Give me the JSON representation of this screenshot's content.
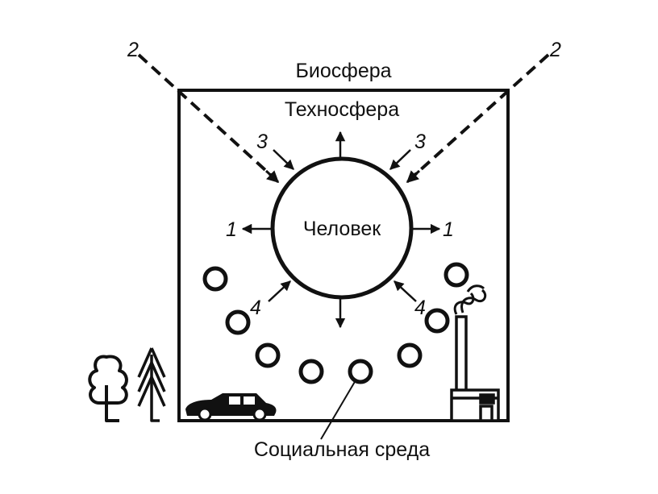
{
  "labels": {
    "biosphere": "Биосфера",
    "technosphere": "Техносфера",
    "human": "Человек",
    "social_environment": "Социальная среда"
  },
  "markers": {
    "one": "1",
    "two": "2",
    "three": "3",
    "four": "4"
  },
  "icons": [
    "tree-icon",
    "fir-tree-icon",
    "car-icon",
    "factory-icon",
    "smoke-icon"
  ]
}
